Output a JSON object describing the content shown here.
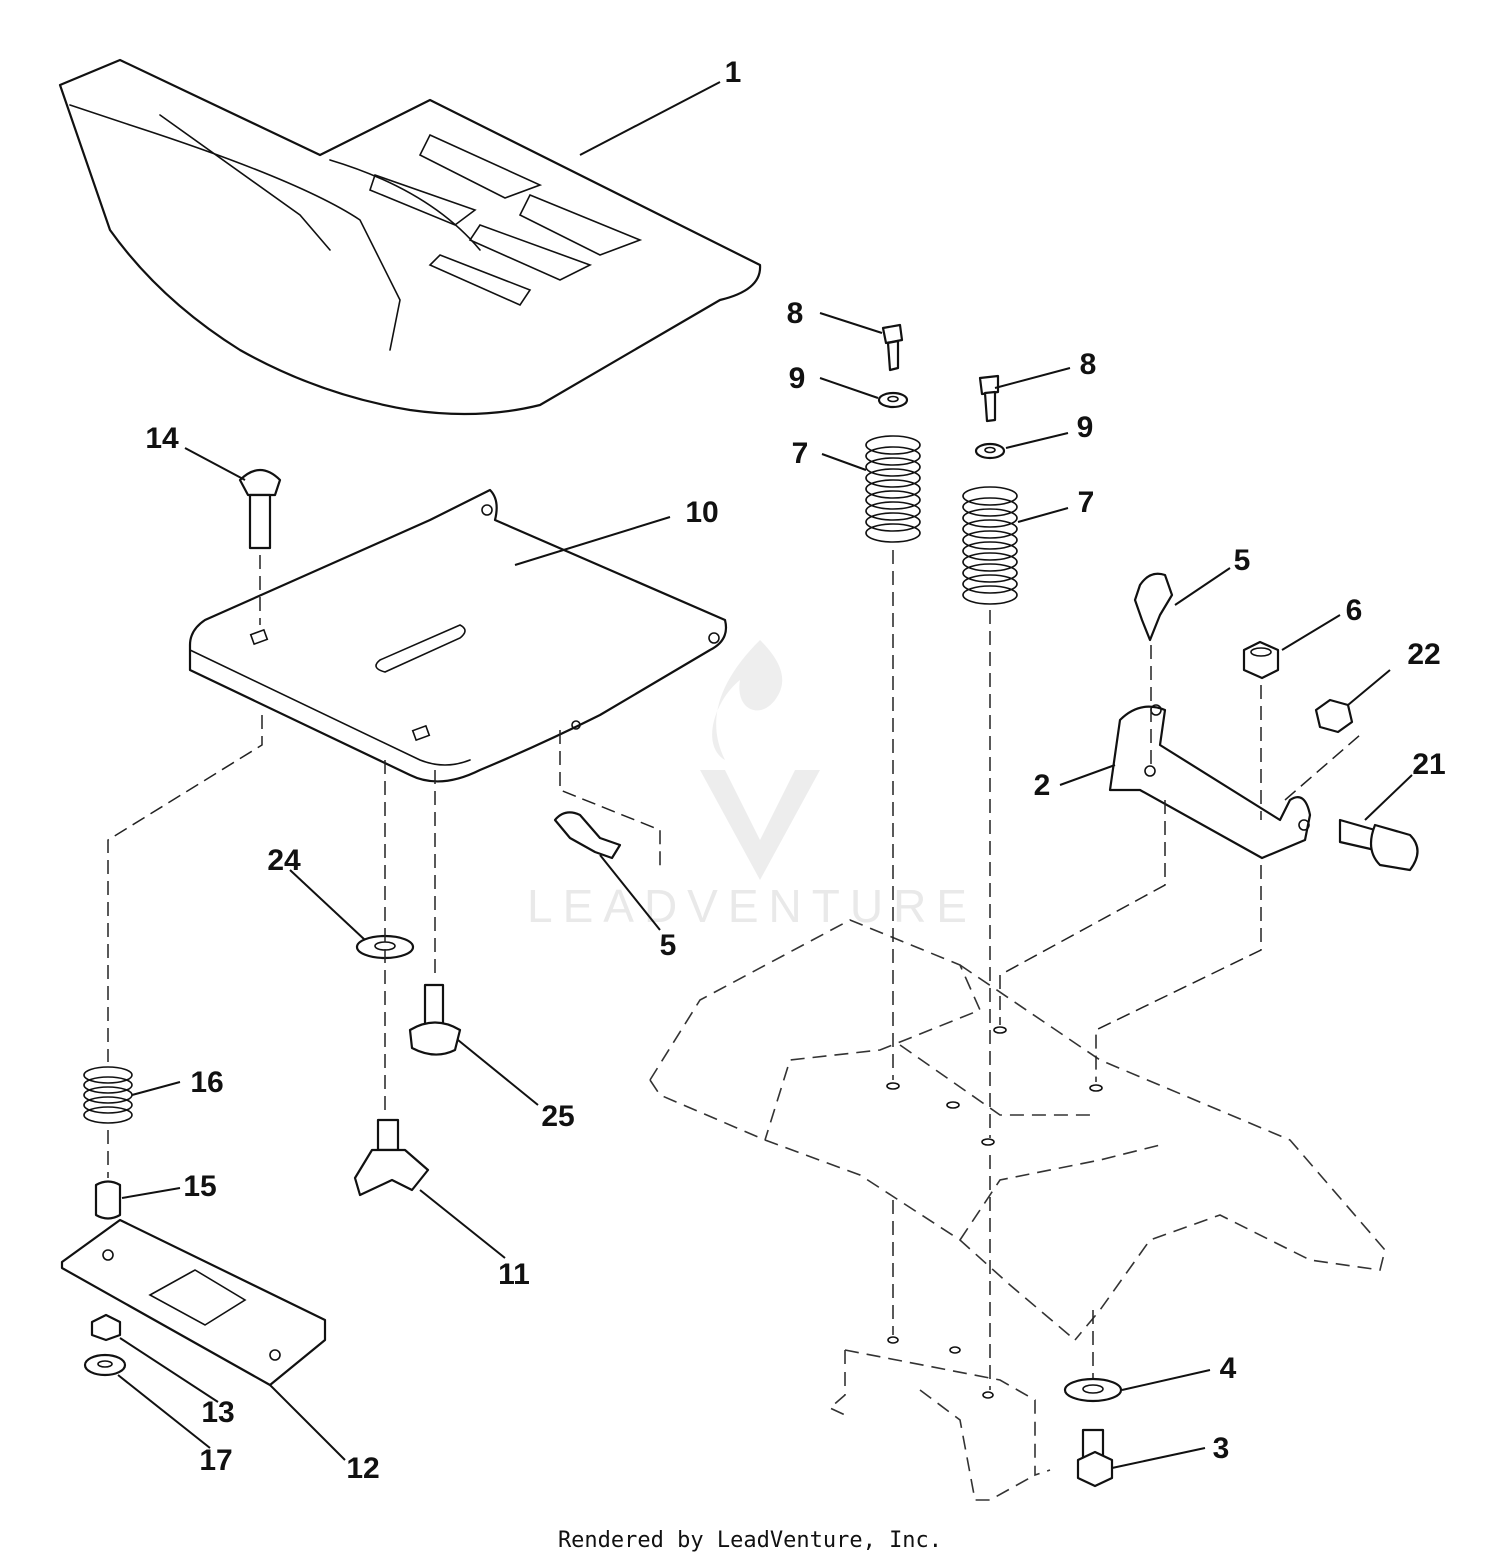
{
  "diagram": {
    "callouts": [
      "1",
      "2",
      "3",
      "4",
      "5",
      "5",
      "6",
      "7",
      "7",
      "8",
      "8",
      "9",
      "9",
      "10",
      "11",
      "12",
      "13",
      "14",
      "15",
      "16",
      "17",
      "21",
      "22",
      "24",
      "25"
    ],
    "watermark": "LEADVENTURE"
  },
  "footer": {
    "text": "Rendered by LeadVenture, Inc."
  }
}
